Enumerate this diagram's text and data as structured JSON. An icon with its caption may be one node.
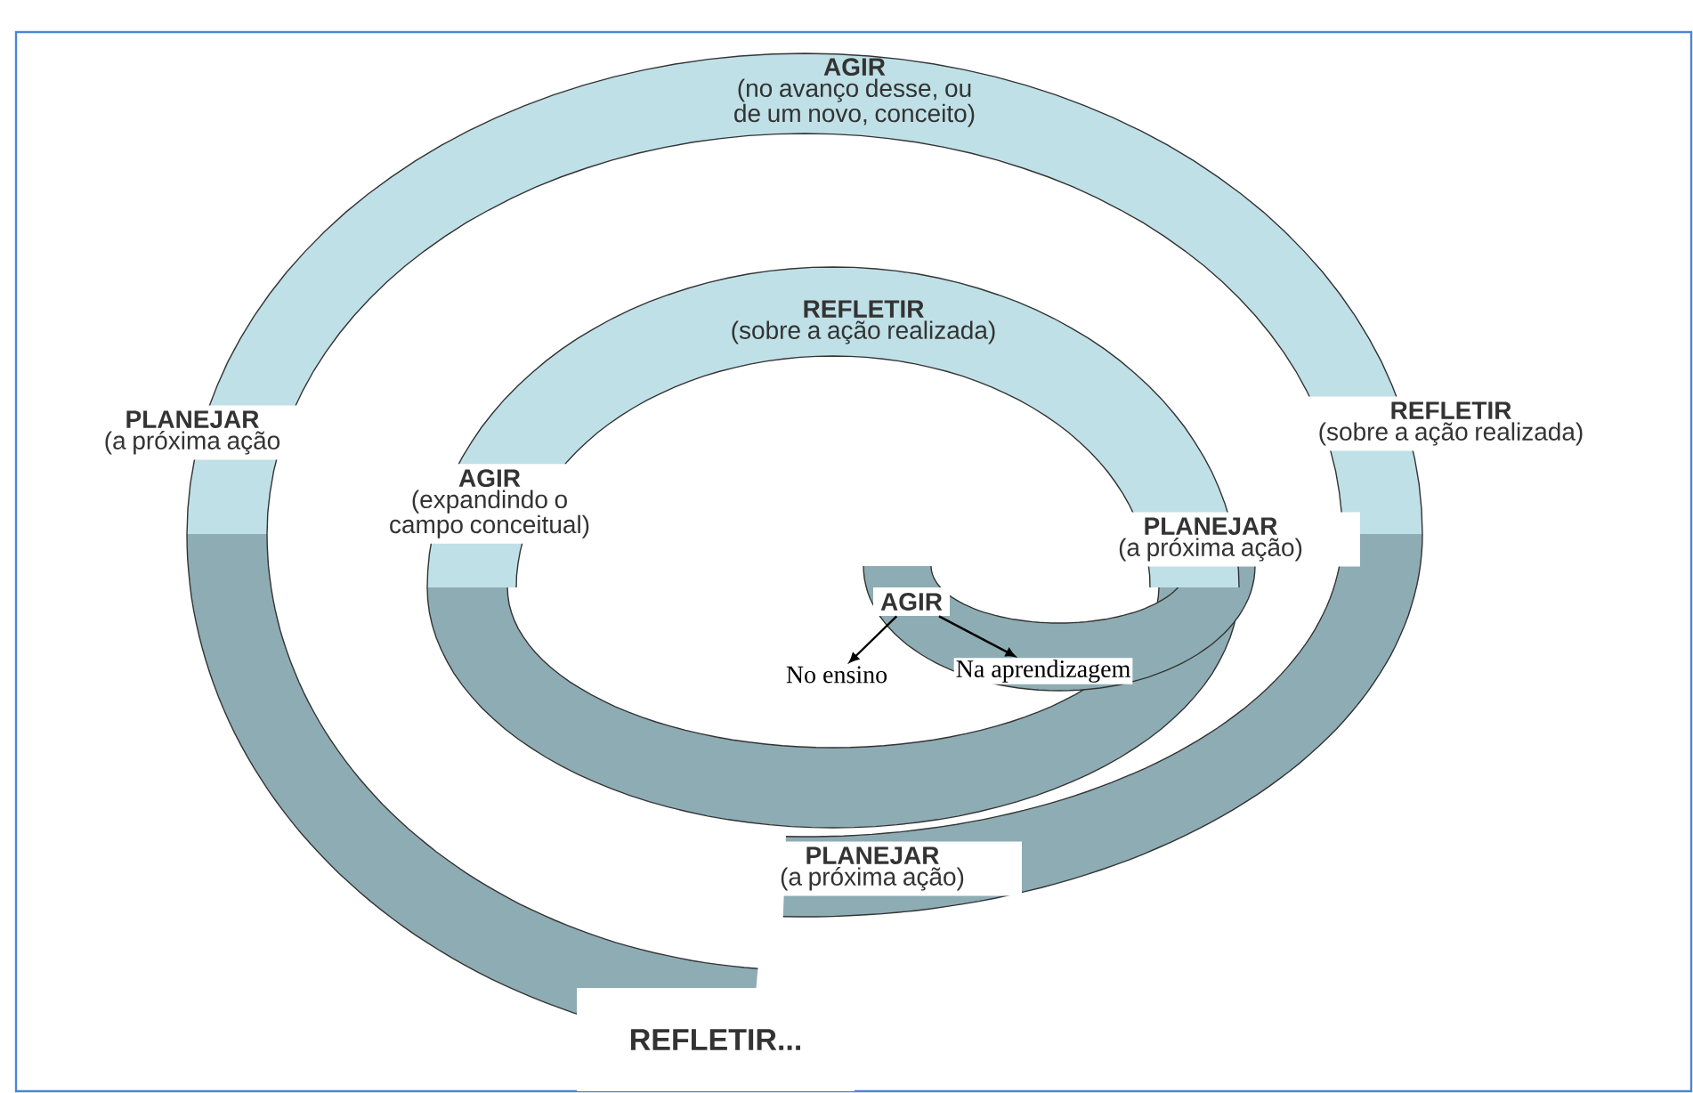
{
  "diagram": {
    "nodes": [
      {
        "text": [
          "AGIR",
          "(no avanço desse, ou de um novo, conceito)"
        ]
      },
      {
        "text": [
          "REFLETIR",
          "(sobre a ação realizada)"
        ]
      },
      {
        "text": [
          "PLANEJAR",
          "(a próxima ação"
        ]
      },
      {
        "text": [
          "AGIR",
          "(expandindo o campo conceitual)"
        ]
      },
      {
        "text": [
          "REFLETIR",
          "(sobre a ação realizada)"
        ]
      },
      {
        "text": [
          "PLANEJAR",
          "(a próxima ação)"
        ]
      },
      {
        "text": [
          "AGIR"
        ]
      },
      {
        "text": [
          "No ensino"
        ]
      },
      {
        "text": [
          "Na aprendizagem"
        ]
      },
      {
        "text": [
          "PLANEJAR",
          "(a próxima ação)"
        ]
      },
      {
        "text": [
          "REFLETIR..."
        ]
      }
    ],
    "edges": [
      {
        "from": 6,
        "to": 7,
        "arrow": "to"
      },
      {
        "from": 6,
        "to": 8,
        "arrow": "to"
      }
    ]
  }
}
